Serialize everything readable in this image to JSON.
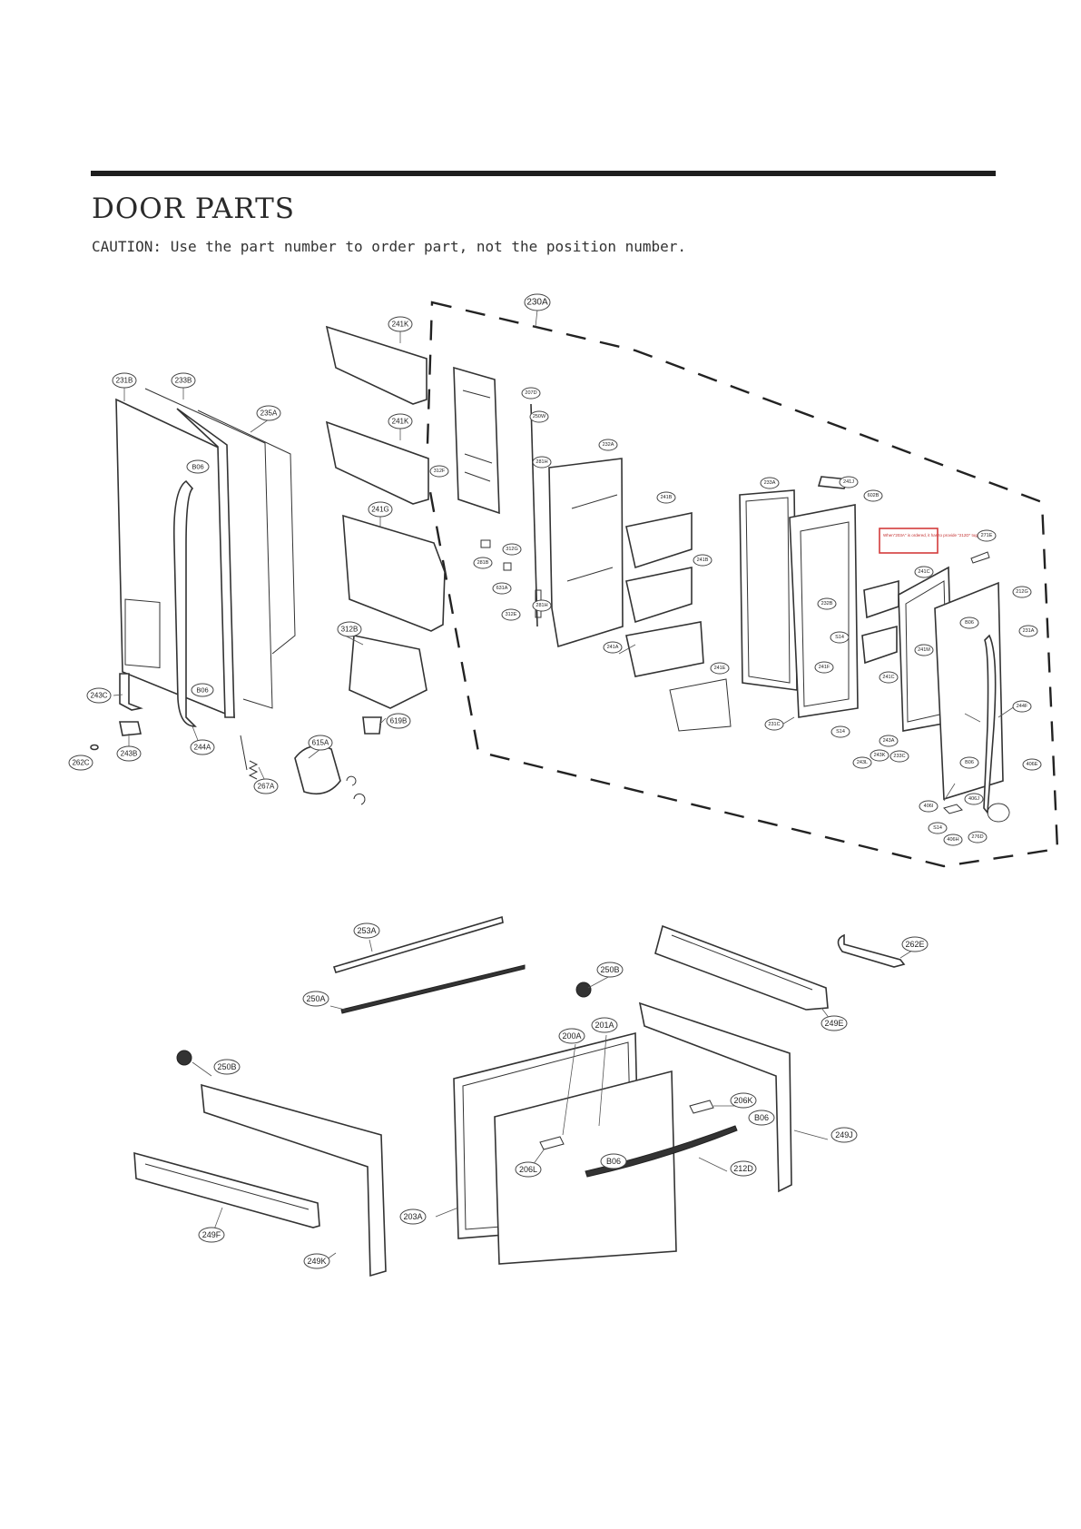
{
  "page": {
    "title": "DOOR PARTS",
    "caution": "CAUTION: Use the part number to order part, not the position number."
  },
  "note": "When\"203A\" is ordered, it has to provide \"212D\" together.",
  "labels": {
    "l230A": "230A",
    "l241K_top": "241K",
    "l241K_mid": "241K",
    "l231B": "231B",
    "l233B": "233B",
    "l235A": "235A",
    "l207D": "207D",
    "l250W": "250W",
    "l232A": "232A",
    "l281H_top": "281H",
    "l312F": "312F",
    "l241G": "241G",
    "l241B_top": "241B",
    "l233A": "233A",
    "l241J": "241J",
    "l602B": "602B",
    "l271E": "271E",
    "l212G": "212G",
    "l241C_top": "241C",
    "l312G": "312G",
    "l281B": "281B",
    "l241B_mid": "241B",
    "l631A": "631A",
    "l281H_low": "281H",
    "l312E": "312E",
    "l232B": "232B",
    "lB06_right1": "B06",
    "l231A": "231A",
    "lS14_mid": "S14",
    "l241M": "241M",
    "l312B": "312B",
    "l241A": "241A",
    "l241F": "241F",
    "l241E": "241E",
    "l241C_low": "241C",
    "lB06_left_top": "B06",
    "lB06_left_low": "B06",
    "l243C": "243C",
    "l619B": "619B",
    "l244F": "244F",
    "l231C": "231C",
    "lS14_low": "S14",
    "l243A": "243A",
    "l243K": "243K",
    "l233C": "233C",
    "l243L": "243L",
    "l244A": "244A",
    "l615A": "615A",
    "l243B": "243B",
    "l262C": "262C",
    "l267A": "267A",
    "lB06_right2": "B06",
    "l406E": "406E",
    "l406J": "406J",
    "l406I": "406I",
    "lS14_right": "S14",
    "l276D": "276D",
    "l406H": "406H",
    "l253A": "253A",
    "l250B_mid": "250B",
    "l262E": "262E",
    "l250A": "250A",
    "l249E": "249E",
    "l200A": "200A",
    "l201A": "201A",
    "l250B_left": "250B",
    "l206K": "206K",
    "lB06_drawer1": "B06",
    "l249J": "249J",
    "l206L": "206L",
    "lB06_drawer2": "B06",
    "l212D": "212D",
    "l203A": "203A",
    "l249F": "249F",
    "l249K": "249K"
  }
}
